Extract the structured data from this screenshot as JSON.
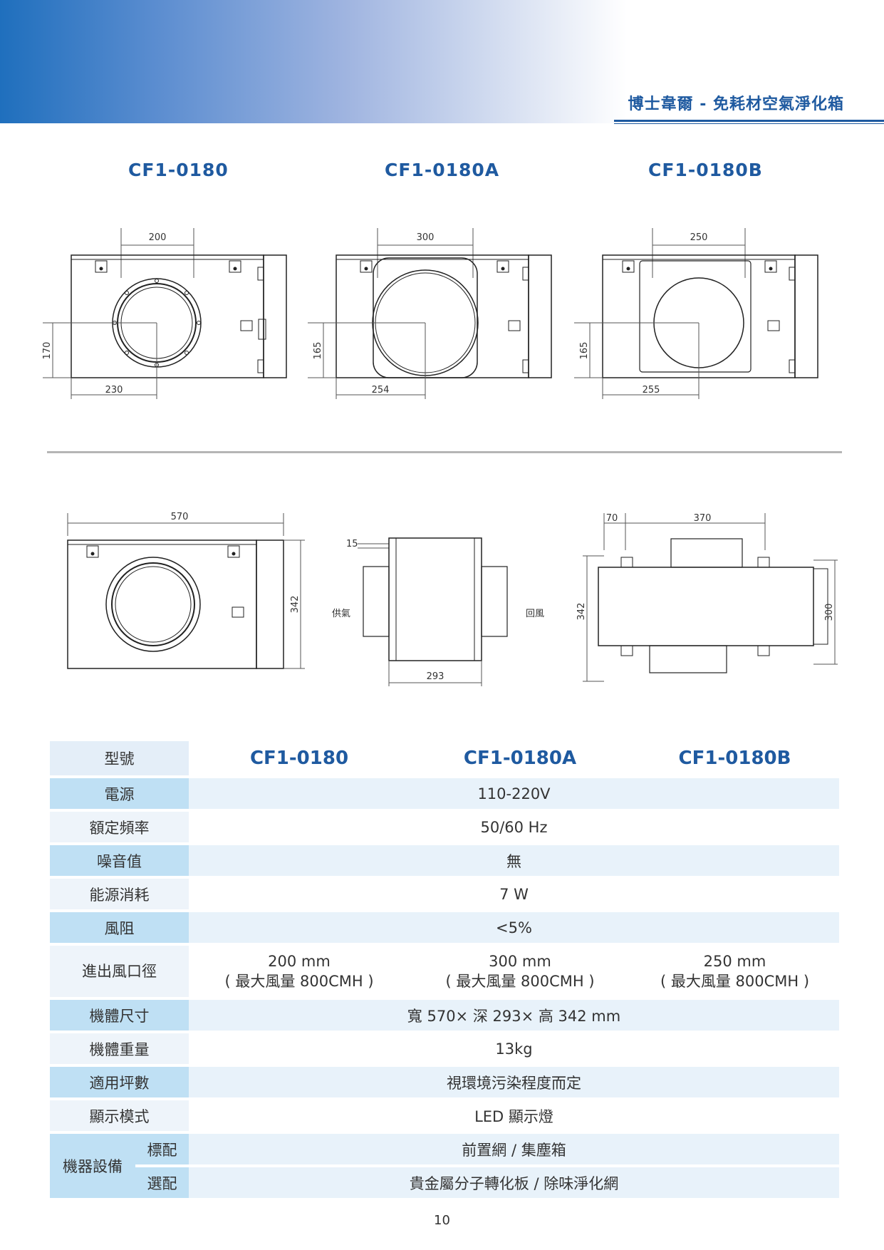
{
  "header": {
    "title": "博士韋爾 - 免耗材空氣淨化箱"
  },
  "models": [
    "CF1-0180",
    "CF1-0180A",
    "CF1-0180B"
  ],
  "drawings": {
    "front_a": {
      "top": "200",
      "left": "170",
      "bottom": "230"
    },
    "front_b": {
      "top": "300",
      "left": "165",
      "bottom": "254"
    },
    "front_c": {
      "top": "250",
      "left": "165",
      "bottom": "255"
    },
    "front_d": {
      "top": "570",
      "right": "342"
    },
    "side": {
      "top": "15",
      "bottom": "293",
      "left_label": "供氣",
      "right_label": "回風"
    },
    "top_view": {
      "top_left": "70",
      "top_right": "370",
      "left": "342",
      "right": "300"
    }
  },
  "table": {
    "header_label": "型號",
    "models": [
      "CF1-0180",
      "CF1-0180A",
      "CF1-0180B"
    ],
    "rows": [
      {
        "label": "電源",
        "value": "110-220V"
      },
      {
        "label": "額定頻率",
        "value": "50/60 Hz"
      },
      {
        "label": "噪音值",
        "value": "無"
      },
      {
        "label": "能源消耗",
        "value": "7 W"
      },
      {
        "label": "風阻",
        "value": "<5%"
      }
    ],
    "port": {
      "label": "進出風口徑",
      "values": [
        {
          "size": "200 mm",
          "note": "( 最大風量 800CMH )"
        },
        {
          "size": "300 mm",
          "note": "( 最大風量 800CMH )"
        },
        {
          "size": "250 mm",
          "note": "( 最大風量 800CMH )"
        }
      ]
    },
    "rows2": [
      {
        "label": "機體尺寸",
        "value": "寬 570× 深 293× 高 342 mm"
      },
      {
        "label": "機體重量",
        "value": "13kg"
      },
      {
        "label": "適用坪數",
        "value": "視環境污染程度而定"
      },
      {
        "label": "顯示模式",
        "value": "LED 顯示燈"
      }
    ],
    "equipment": {
      "label": "機器設備",
      "standard_label": "標配",
      "standard_value": "前置網 / 集塵箱",
      "optional_label": "選配",
      "optional_value": "貴金屬分子轉化板 / 除味淨化網"
    }
  },
  "page_number": "10"
}
